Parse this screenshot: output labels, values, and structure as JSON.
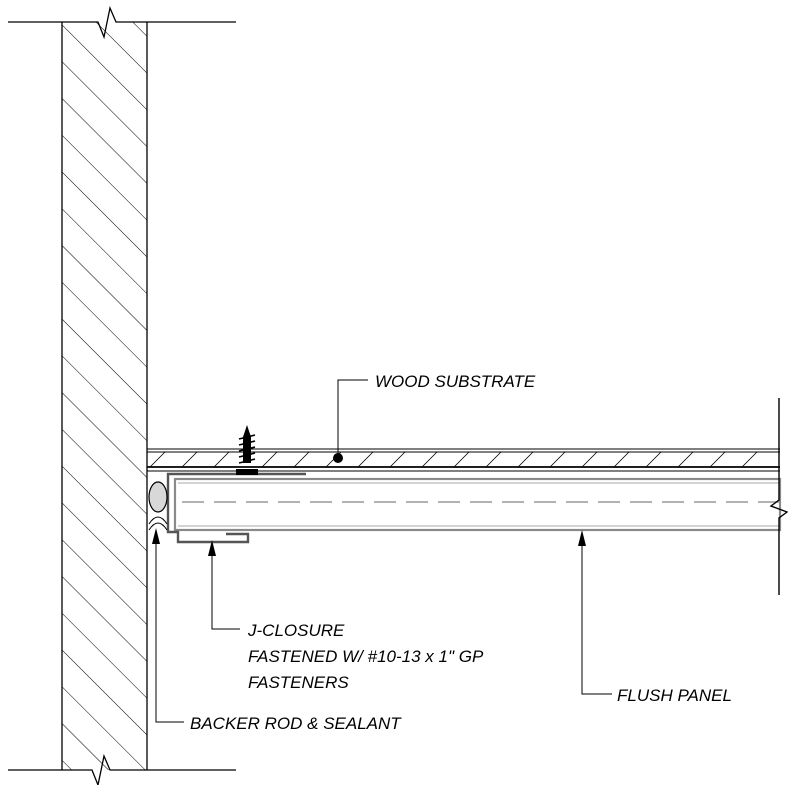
{
  "labels": {
    "wood_substrate": "WOOD SUBSTRATE",
    "j_closure_line1": "J-CLOSURE",
    "j_closure_line2": "FASTENED W/ #10-13 x 1\" GP",
    "j_closure_line3": "FASTENERS",
    "flush_panel": "FLUSH PANEL",
    "backer_rod": "BACKER ROD & SEALANT"
  },
  "colors": {
    "line": "#000000",
    "panel_gray": "#8a8a8a",
    "dash_gray": "#9a9a9a",
    "rod_fill": "#d8d8d8",
    "background": "#ffffff"
  }
}
